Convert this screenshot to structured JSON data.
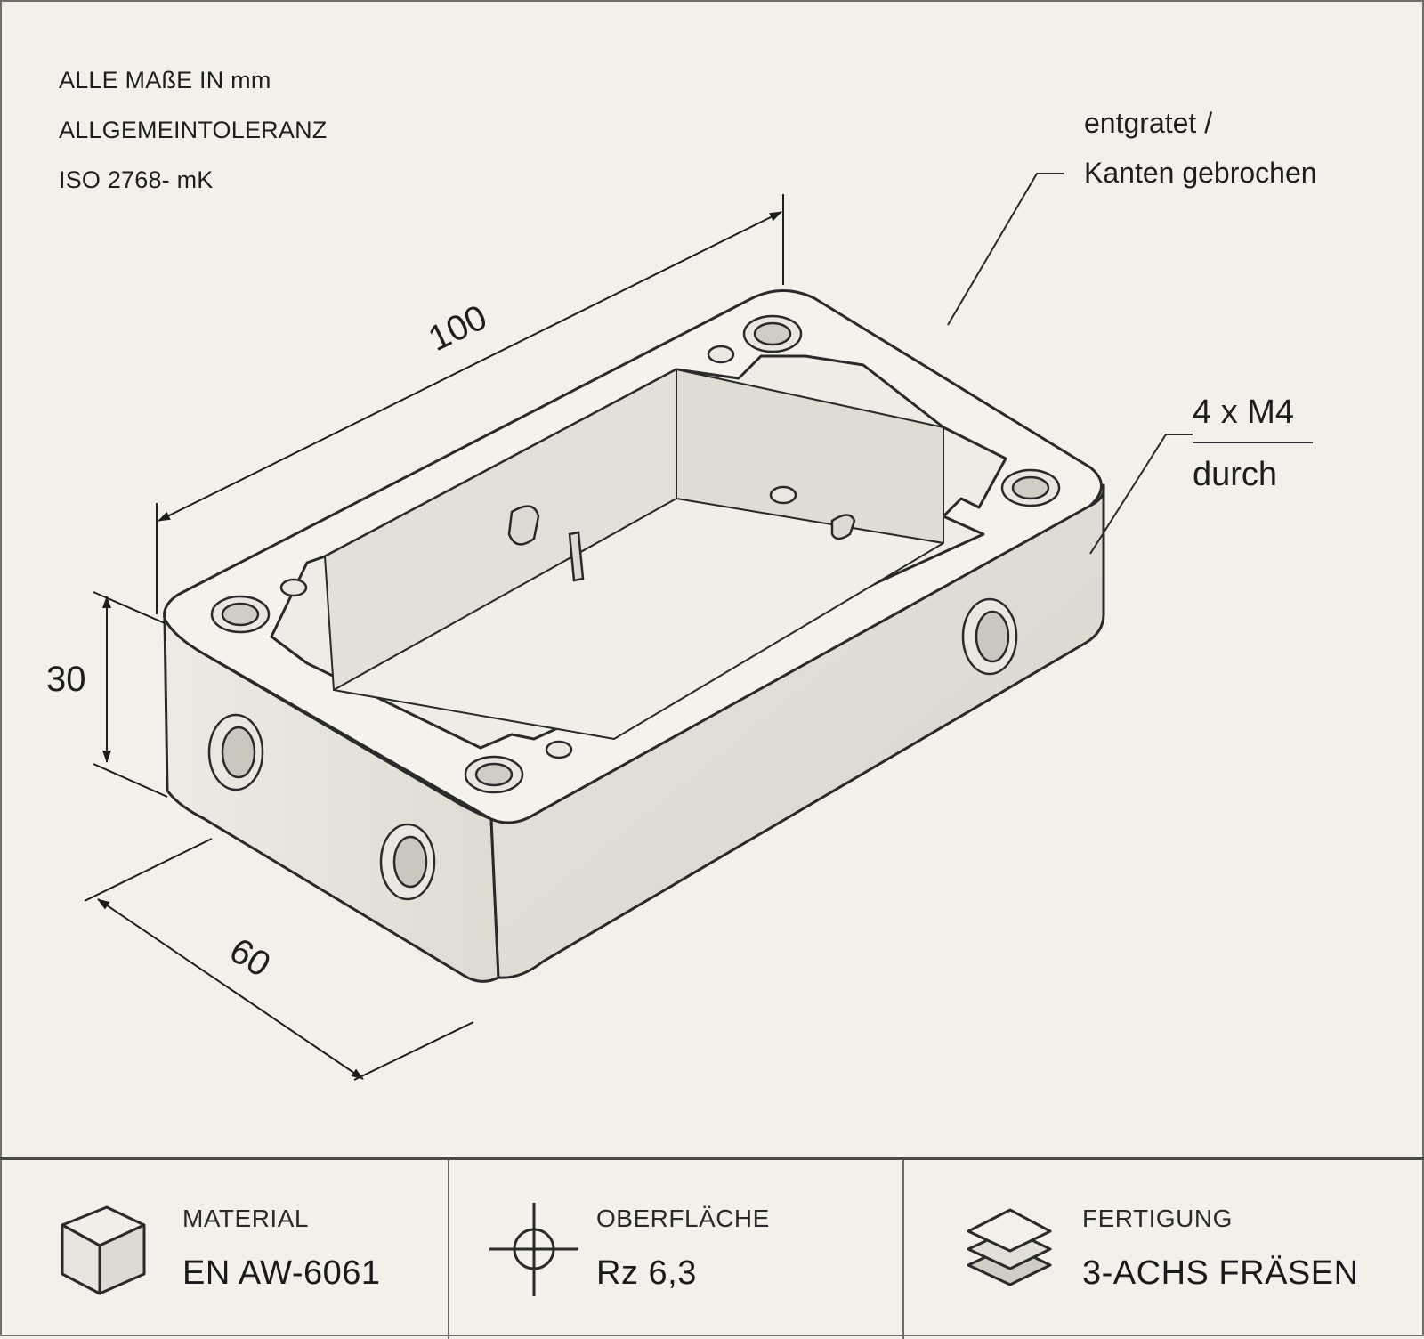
{
  "notes": {
    "line1": "ALLE MAßE IN mm",
    "line2": "ALLGEMEINTOLERANZ",
    "line3": "ISO 2768- mK"
  },
  "dimensions": {
    "length": "100",
    "height": "30",
    "width": "60"
  },
  "callouts": {
    "edge_line1": "entgratet /",
    "edge_line2": "Kanten gebrochen",
    "thread_line1": "4 x M4",
    "thread_line2": "durch"
  },
  "titleblock": {
    "material": {
      "label": "MATERIAL",
      "value": "EN AW-6061",
      "icon": "cube-icon"
    },
    "surface": {
      "label": "OBERFLÄCHE",
      "value": "Rz 6,3",
      "icon": "crosshair-icon"
    },
    "manufacturing": {
      "label": "FERTIGUNG",
      "value": "3-ACHS FRÄSEN",
      "icon": "layers-icon"
    }
  }
}
